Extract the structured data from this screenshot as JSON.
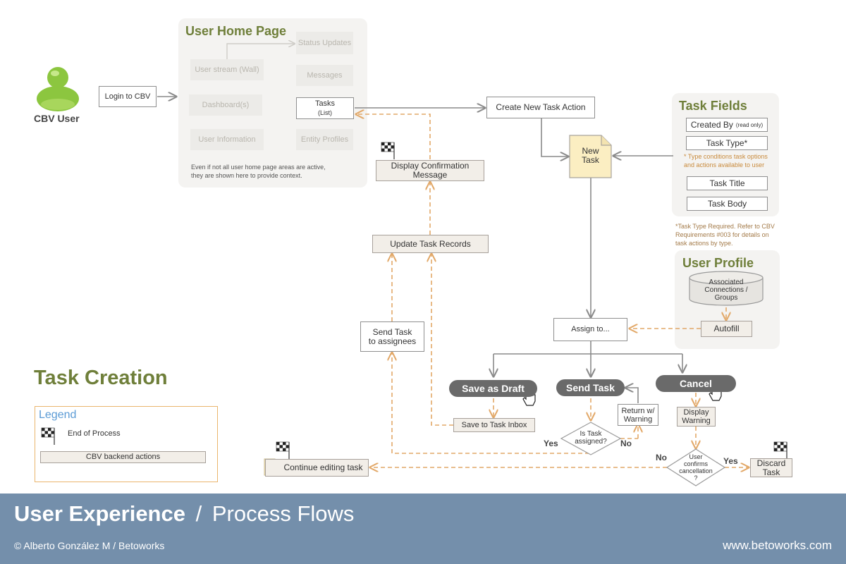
{
  "user_home": {
    "title": "User Home Page",
    "status_updates": "Status Updates",
    "user_stream": "User stream (Wall)",
    "messages": "Messages",
    "dashboards": "Dashboard(s)",
    "tasks": "Tasks",
    "tasks_sub": "(List)",
    "user_information": "User Information",
    "entity_profiles": "Entity Profiles",
    "note_line1": "Even if not all user home page areas are active,",
    "note_line2": "they are shown here to provide context."
  },
  "actor": {
    "label": "CBV User"
  },
  "flow": {
    "login": "Login to CBV",
    "create_new_task": "Create New Task Action",
    "new_task": "New\nTask",
    "display_confirmation": "Display Confirmation\nMessage",
    "update_task_records": "Update Task Records",
    "send_task_to_assignees": "Send Task\nto assignees",
    "assign_to": "Assign to...",
    "autofill": "Autofill",
    "save_as_draft": "Save as Draft",
    "send_task": "Send Task",
    "cancel": "Cancel",
    "save_to_inbox": "Save to Task Inbox",
    "is_task_assigned": "Is Task\nassigned?",
    "return_warning": "Return w/\nWarning",
    "display_warning": "Display\nWarning",
    "user_confirms": "User\nconfirms\ncancellation\n?",
    "discard_task": "Discard\nTask",
    "continue_editing": "Continue editing task",
    "yes": "Yes",
    "no": "No"
  },
  "task_fields": {
    "title": "Task Fields",
    "created_by": "Created By",
    "read_only": "(read only)",
    "task_type": "Task Type*",
    "type_note": "* Type conditions task options\nand actions available to user",
    "task_title": "Task Title",
    "task_body": "Task Body",
    "required_note": "*Task Type Required. Refer to CBV\nRequirements #003 for details on\ntask actions by type."
  },
  "user_profile": {
    "title": "User Profile",
    "associated": "Associated\nConnections /\nGroups"
  },
  "heading": "Task Creation",
  "legend": {
    "title": "Legend",
    "end_process": "End of Process",
    "backend": "CBV backend actions"
  },
  "footer": {
    "title_bold": "User Experience",
    "title_sep": "/",
    "title_light": "Process Flows",
    "credit": "© Alberto González M / Betoworks",
    "url": "www.betoworks.com"
  },
  "colors": {
    "olive": "#6f7f3a",
    "orange_dash": "#e2a868",
    "footer_bg": "#748fab",
    "pill": "#6a6a6a",
    "note_yellow": "#fbeec2"
  }
}
